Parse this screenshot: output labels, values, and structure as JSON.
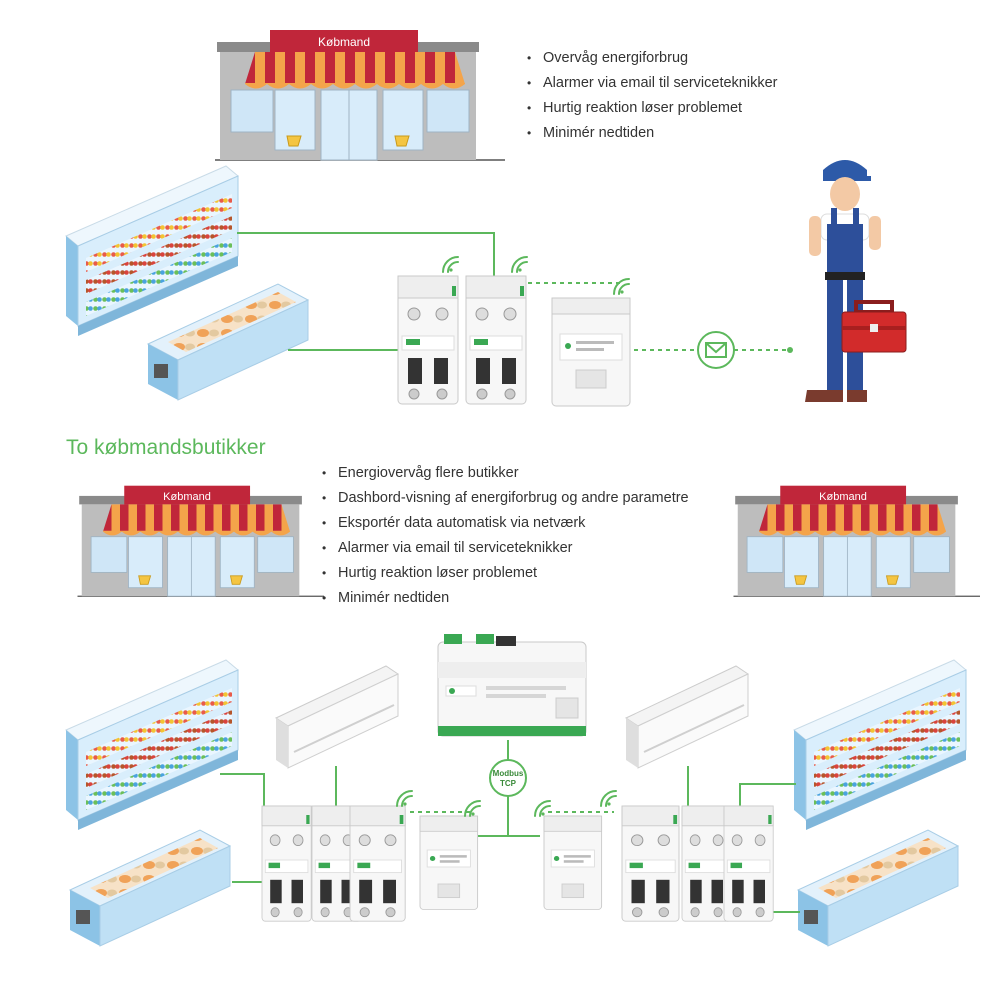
{
  "sign_text": "Købmand",
  "bubble_text_line1": "Modbus",
  "bubble_text_line2": "TCP",
  "section_heading": "To købmandsbutikker",
  "single_store_features": [
    "Overvåg energiforbrug",
    "Alarmer via email til serviceteknikker",
    "Hurtig reaktion løser problemet",
    "Minimér nedtiden"
  ],
  "two_store_features": [
    "Energiovervåg flere butikker",
    "Dashbord-visning af energiforbrug og andre parametre",
    "Eksportér data automatisk via netværk",
    "Alarmer via email til serviceteknikker",
    "Hurtig reaktion løser problemet",
    "Minimér nedtiden"
  ],
  "colors": {
    "accent_green": "#5cb85c",
    "awning_red": "#c0263a",
    "awning_orange": "#f4a44a",
    "fridge_blue": "#bfe0f5",
    "worker_blue": "#2d4f9a",
    "toolbox_red": "#d22b2b"
  }
}
